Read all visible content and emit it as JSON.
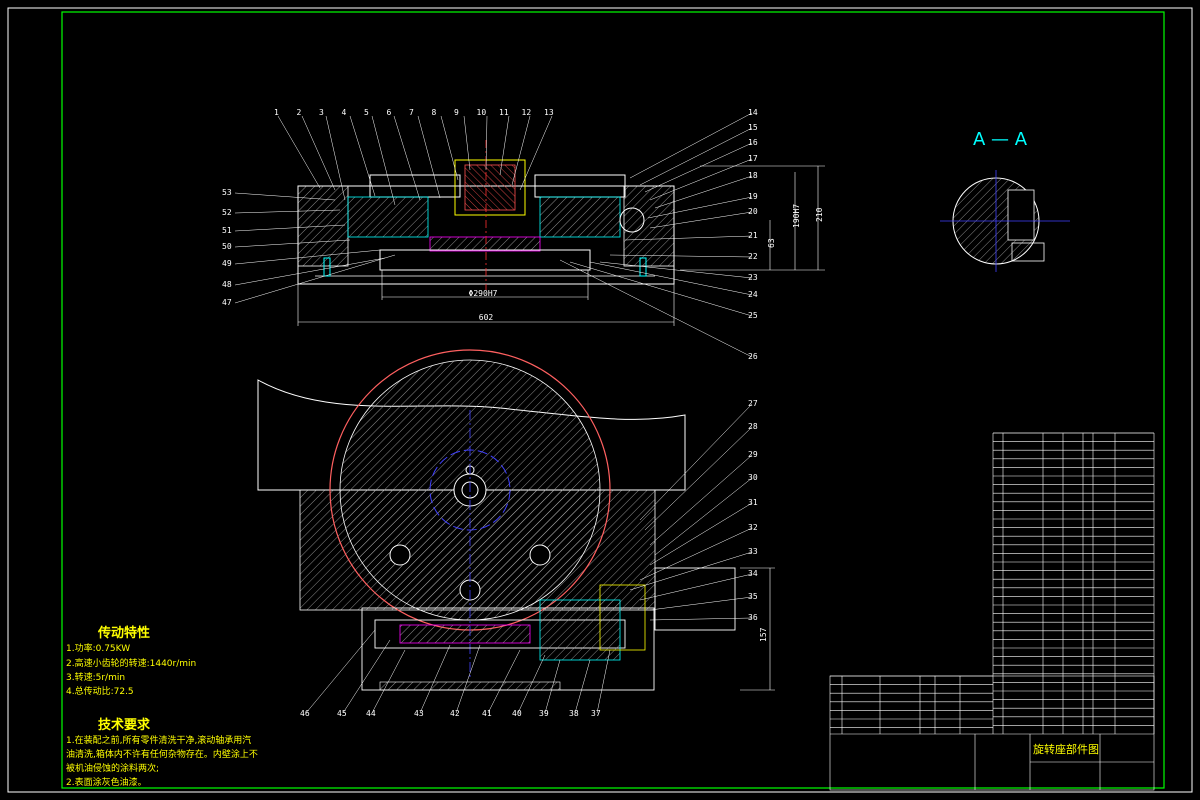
{
  "drawing": {
    "section_label": "A — A",
    "dim_bore": "Φ290H7",
    "dim_width": "602",
    "dim_height_total": "210",
    "dim_height_upper": "190H7",
    "dim_height_lower": "63",
    "dim_motor": "157"
  },
  "balloons_top": [
    "1",
    "2",
    "3",
    "4",
    "5",
    "6",
    "7",
    "8",
    "9",
    "10",
    "11",
    "12",
    "13"
  ],
  "balloons_right": [
    "14",
    "15",
    "16",
    "17",
    "18",
    "19",
    "20",
    "21",
    "22",
    "23",
    "24",
    "25",
    "26"
  ],
  "balloons_left": [
    "53",
    "52",
    "51",
    "50",
    "49",
    "48",
    "47"
  ],
  "balloons_right_lower": [
    "27",
    "28",
    "29",
    "30",
    "31",
    "32",
    "33",
    "34",
    "35",
    "36"
  ],
  "balloons_bottom": [
    "46",
    "45",
    "44",
    "43",
    "42",
    "41",
    "40",
    "39",
    "38",
    "37"
  ],
  "transmission": {
    "heading": "传动特性",
    "lines": [
      "1.功率:0.75KW",
      "2.高速小齿轮的转速:1440r/min",
      "3.转速:5r/min",
      "4.总传动比:72.5"
    ]
  },
  "requirements": {
    "heading": "技术要求",
    "lines": [
      "1.在装配之前,所有零件清洗干净,滚动轴承用汽",
      "  油清洗,箱体内不许有任何杂物存在。内壁涂上不",
      "  被机油侵蚀的涂料两次;",
      "2.表面涂灰色油漆。"
    ]
  },
  "title_block": {
    "title": "旋转座部件图"
  }
}
